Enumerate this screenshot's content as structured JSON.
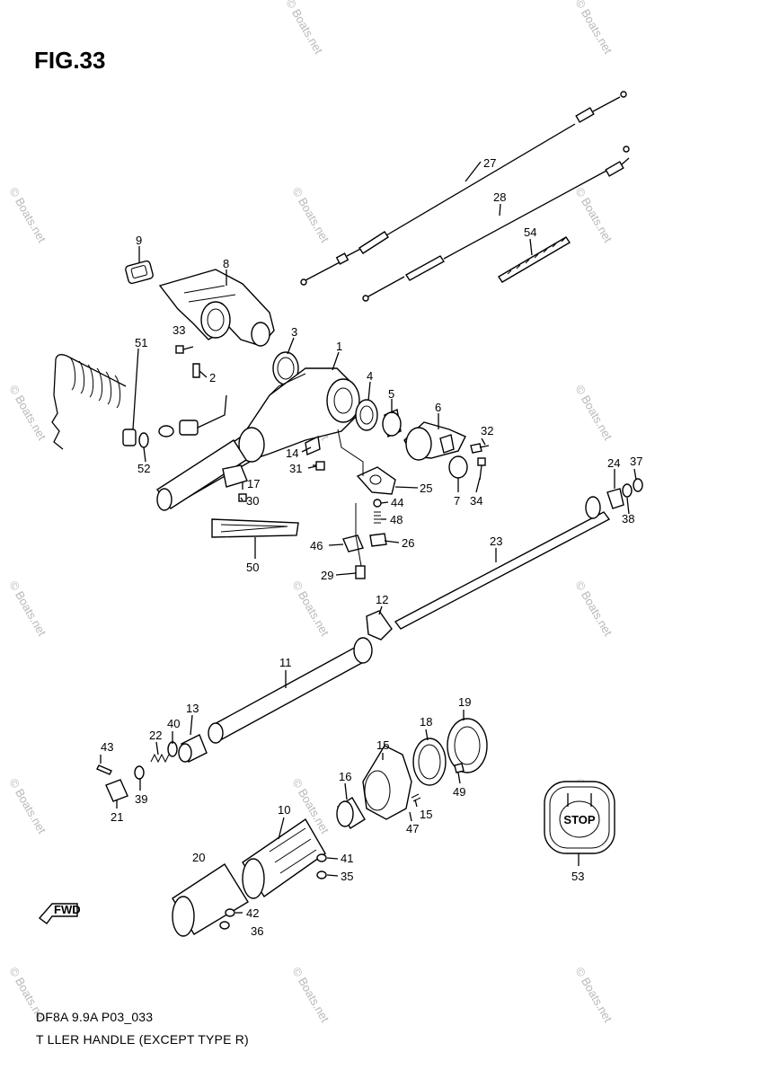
{
  "figure": {
    "title": "FIG.33",
    "code": "DF8A 9.9A P03_033",
    "caption": "T LLER HANDLE (EXCEPT TYPE R)",
    "stop_label": "STOP",
    "fwd_label": "FWD"
  },
  "watermark": {
    "text": "© Boats.net"
  },
  "callouts": [
    {
      "id": "c1",
      "number": "1"
    },
    {
      "id": "c2",
      "number": "2"
    },
    {
      "id": "c3",
      "number": "3"
    },
    {
      "id": "c4",
      "number": "4"
    },
    {
      "id": "c5",
      "number": "5"
    },
    {
      "id": "c6",
      "number": "6"
    },
    {
      "id": "c7",
      "number": "7"
    },
    {
      "id": "c8",
      "number": "8"
    },
    {
      "id": "c9",
      "number": "9"
    },
    {
      "id": "c10",
      "number": "10"
    },
    {
      "id": "c11",
      "number": "11"
    },
    {
      "id": "c12",
      "number": "12"
    },
    {
      "id": "c13",
      "number": "13"
    },
    {
      "id": "c14",
      "number": "14"
    },
    {
      "id": "c15a",
      "number": "15"
    },
    {
      "id": "c15b",
      "number": "15"
    },
    {
      "id": "c16",
      "number": "16"
    },
    {
      "id": "c17",
      "number": "17"
    },
    {
      "id": "c18",
      "number": "18"
    },
    {
      "id": "c19",
      "number": "19"
    },
    {
      "id": "c20",
      "number": "20"
    },
    {
      "id": "c21",
      "number": "21"
    },
    {
      "id": "c22",
      "number": "22"
    },
    {
      "id": "c23",
      "number": "23"
    },
    {
      "id": "c24",
      "number": "24"
    },
    {
      "id": "c25",
      "number": "25"
    },
    {
      "id": "c26",
      "number": "26"
    },
    {
      "id": "c27",
      "number": "27"
    },
    {
      "id": "c28",
      "number": "28"
    },
    {
      "id": "c29",
      "number": "29"
    },
    {
      "id": "c30",
      "number": "30"
    },
    {
      "id": "c31",
      "number": "31"
    },
    {
      "id": "c32",
      "number": "32"
    },
    {
      "id": "c33",
      "number": "33"
    },
    {
      "id": "c34",
      "number": "34"
    },
    {
      "id": "c35",
      "number": "35"
    },
    {
      "id": "c36",
      "number": "36"
    },
    {
      "id": "c37",
      "number": "37"
    },
    {
      "id": "c38",
      "number": "38"
    },
    {
      "id": "c39",
      "number": "39"
    },
    {
      "id": "c40",
      "number": "40"
    },
    {
      "id": "c41",
      "number": "41"
    },
    {
      "id": "c42",
      "number": "42"
    },
    {
      "id": "c43",
      "number": "43"
    },
    {
      "id": "c44",
      "number": "44"
    },
    {
      "id": "c46",
      "number": "46"
    },
    {
      "id": "c47",
      "number": "47"
    },
    {
      "id": "c48",
      "number": "48"
    },
    {
      "id": "c49",
      "number": "49"
    },
    {
      "id": "c50",
      "number": "50"
    },
    {
      "id": "c51",
      "number": "51"
    },
    {
      "id": "c52",
      "number": "52"
    },
    {
      "id": "c53",
      "number": "53"
    },
    {
      "id": "c54",
      "number": "54"
    }
  ]
}
